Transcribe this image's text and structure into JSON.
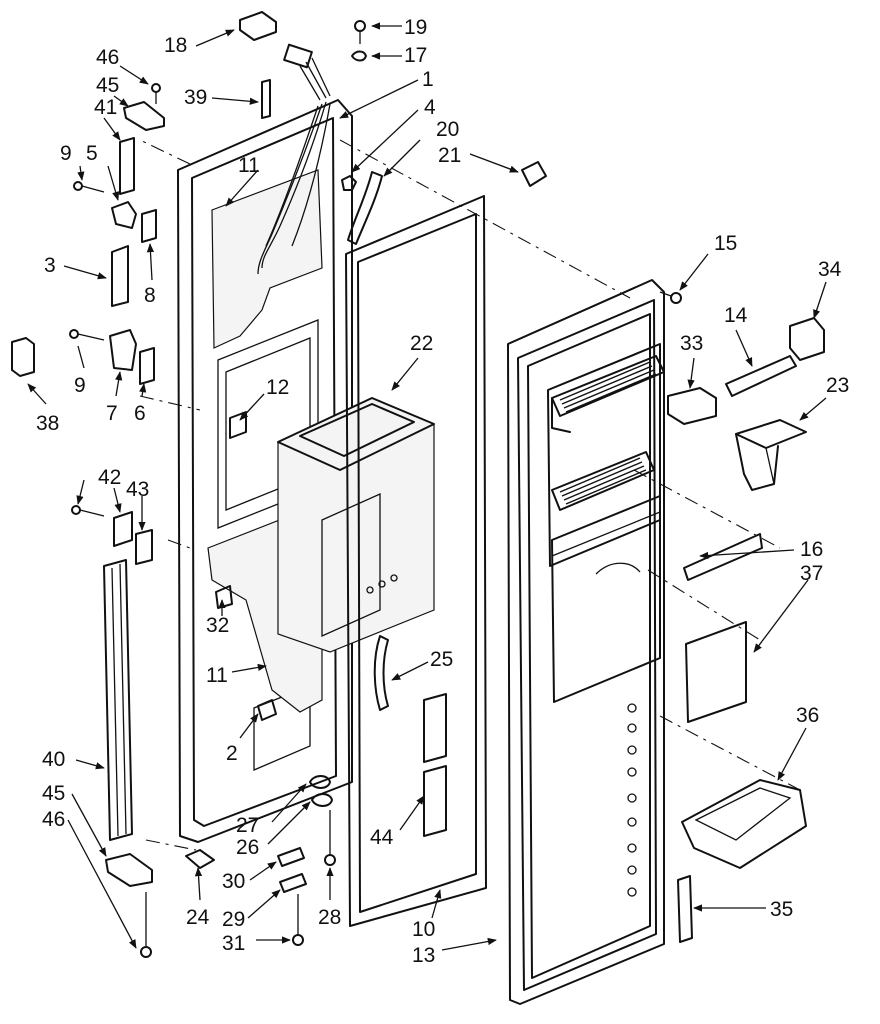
{
  "callouts": [
    "18",
    "19",
    "17",
    "46",
    "45",
    "39",
    "1",
    "41",
    "4",
    "20",
    "21",
    "9",
    "5",
    "11",
    "8",
    "15",
    "34",
    "3",
    "14",
    "33",
    "22",
    "38",
    "9",
    "7",
    "6",
    "12",
    "23",
    "42",
    "43",
    "16",
    "37",
    "32",
    "25",
    "11",
    "36",
    "2",
    "40",
    "45",
    "46",
    "27",
    "26",
    "44",
    "24",
    "30",
    "28",
    "29",
    "10",
    "13",
    "35",
    "31"
  ]
}
